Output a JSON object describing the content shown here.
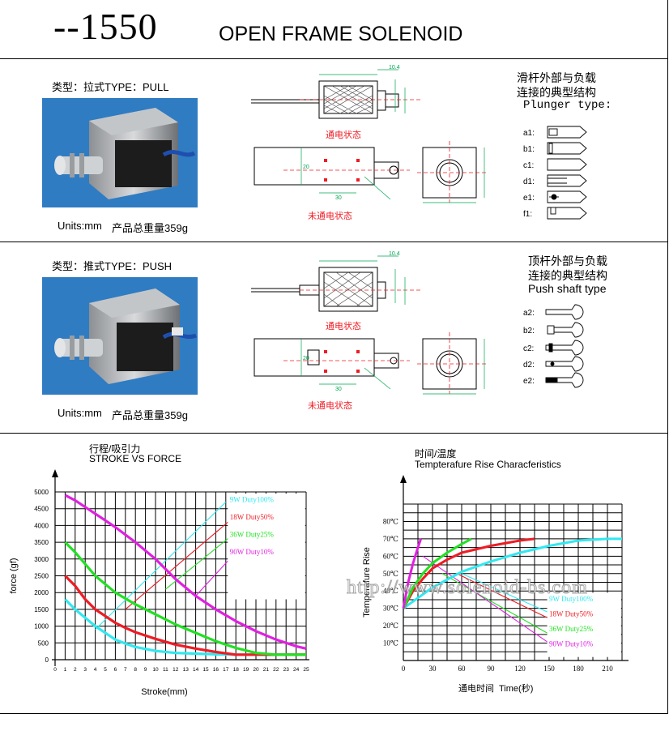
{
  "header": {
    "model": "--1550",
    "title": "OPEN FRAME SOLENOID"
  },
  "pull": {
    "type_label": "类型：拉式TYPE：PULL",
    "units": "Units:mm",
    "weight": "产品总重量359g",
    "state_on": "通电状态",
    "state_off": "未通电状态",
    "plunger_title_cn_1": "滑杆外部与负载",
    "plunger_title_cn_2": "连接的典型结构",
    "plunger_title_en": "Plunger type:",
    "plunger_items": [
      "a1:",
      "b1:",
      "c1:",
      "d1:",
      "e1:",
      "f1:"
    ],
    "dims": [
      "10.4",
      "30",
      "20"
    ]
  },
  "push": {
    "type_label": "类型：推式TYPE：PUSH",
    "units": "Units:mm",
    "weight": "产品总重量359g",
    "state_on": "通电状态",
    "state_off": "未通电状态",
    "shaft_title_cn_1": "顶杆外部与负载",
    "shaft_title_cn_2": "连接的典型结构",
    "shaft_title_en": "Push shaft type",
    "shaft_items": [
      "a2:",
      "b2:",
      "c2:",
      "d2:",
      "e2:"
    ],
    "dims": [
      "10.4",
      "30",
      "20"
    ]
  },
  "watermark": "http://www.solenoid-bs.com",
  "colors": {
    "cyan": "#30e8f0",
    "red": "#ee1c24",
    "green": "#22e022",
    "magenta": "#e020e0",
    "dim": "#00a651"
  },
  "chart_data": [
    {
      "type": "line",
      "title_cn": "行程/吸引力",
      "title": "STROKE VS FORCE",
      "xlabel": "Stroke(mm)",
      "ylabel": "force (gf)",
      "xlim": [
        0,
        25
      ],
      "ylim": [
        0,
        5000
      ],
      "x_ticks": [
        0,
        1,
        2,
        3,
        4,
        5,
        6,
        7,
        8,
        9,
        10,
        11,
        12,
        13,
        14,
        15,
        16,
        17,
        18,
        19,
        20,
        21,
        22,
        23,
        24,
        25
      ],
      "y_ticks": [
        0,
        500,
        1000,
        1500,
        2000,
        2500,
        3000,
        3500,
        4000,
        4500,
        5000
      ],
      "grid": true,
      "legend_position": "top-right",
      "series": [
        {
          "name": "9W  Duty100%",
          "color": "#30e8f0",
          "x": [
            1,
            2,
            3,
            4,
            5,
            6,
            7,
            8,
            10,
            12,
            14,
            16,
            18,
            20,
            25
          ],
          "y": [
            1800,
            1500,
            1250,
            1000,
            800,
            600,
            480,
            380,
            260,
            200,
            180,
            160,
            150,
            150,
            150
          ],
          "duty_line": [
            [
              4,
              900
            ],
            [
              17,
              4700
            ]
          ]
        },
        {
          "name": "18W  Duty50%",
          "color": "#ee1c24",
          "x": [
            1,
            2,
            3,
            4,
            5,
            6,
            7,
            8,
            10,
            12,
            14,
            16,
            18,
            20,
            25
          ],
          "y": [
            2500,
            2200,
            1800,
            1500,
            1300,
            1100,
            950,
            820,
            620,
            450,
            330,
            230,
            150,
            150,
            150
          ],
          "duty_line": [
            [
              7,
              1500
            ],
            [
              18,
              4300
            ]
          ]
        },
        {
          "name": "36W  Duty25%",
          "color": "#22e022",
          "x": [
            1,
            2,
            4,
            6,
            8,
            10,
            12,
            14,
            16,
            18,
            20,
            22,
            25
          ],
          "y": [
            3500,
            3200,
            2500,
            2000,
            1650,
            1350,
            1050,
            800,
            550,
            350,
            200,
            150,
            150
          ],
          "duty_line": [
            [
              11,
              2100
            ],
            [
              18,
              3800
            ]
          ]
        },
        {
          "name": "90W    Duty10%",
          "color": "#e020e0",
          "x": [
            1,
            2,
            4,
            6,
            8,
            10,
            12,
            14,
            16,
            18,
            20,
            22,
            24,
            25
          ],
          "y": [
            4900,
            4750,
            4350,
            3950,
            3500,
            3000,
            2400,
            1900,
            1500,
            1150,
            850,
            600,
            400,
            330
          ],
          "duty_line": [
            [
              14,
              1900
            ],
            [
              18,
              3200
            ]
          ]
        }
      ]
    },
    {
      "type": "line",
      "title_cn": "时间/温度",
      "title": "Tempterafure Rise Characferistics",
      "xlabel_cn": "通电时间",
      "xlabel": "Time(秒)",
      "ylabel": "Temperafure Rise",
      "xlim": [
        0,
        225
      ],
      "ylim": [
        0,
        90
      ],
      "x_ticks": [
        0,
        30,
        60,
        90,
        120,
        150,
        180,
        210
      ],
      "y_ticks": [
        10,
        20,
        30,
        40,
        50,
        60,
        70,
        80
      ],
      "y_unit": "℃",
      "grid": true,
      "legend_position": "bottom-right",
      "series": [
        {
          "name": "9W  Duty100%",
          "color": "#30e8f0",
          "x": [
            0,
            15,
            30,
            60,
            90,
            120,
            150,
            180,
            210,
            225
          ],
          "y": [
            30,
            36,
            42,
            51,
            57,
            62,
            66,
            69,
            70,
            70
          ],
          "cooling": [
            [
              60,
              50
            ],
            [
              180,
              20
            ]
          ]
        },
        {
          "name": "18W  Duty50%",
          "color": "#ee1c24",
          "x": [
            0,
            10,
            20,
            30,
            45,
            60,
            90,
            120,
            135
          ],
          "y": [
            30,
            40,
            47,
            53,
            58,
            62,
            66,
            69,
            70
          ],
          "cooling": [
            [
              55,
              50
            ],
            [
              165,
              20
            ]
          ]
        },
        {
          "name": "36W  Duty25%",
          "color": "#22e022",
          "x": [
            0,
            10,
            20,
            30,
            45,
            60,
            70
          ],
          "y": [
            30,
            42,
            50,
            56,
            62,
            67,
            70
          ],
          "cooling": [
            [
              40,
              50
            ],
            [
              160,
              12
            ]
          ]
        },
        {
          "name": "90W    Duty10%",
          "color": "#e020e0",
          "x": [
            0,
            5,
            10,
            15,
            18
          ],
          "y": [
            30,
            45,
            56,
            65,
            70
          ],
          "cooling": [
            [
              20,
              60
            ],
            [
              150,
              10
            ]
          ]
        }
      ]
    }
  ]
}
